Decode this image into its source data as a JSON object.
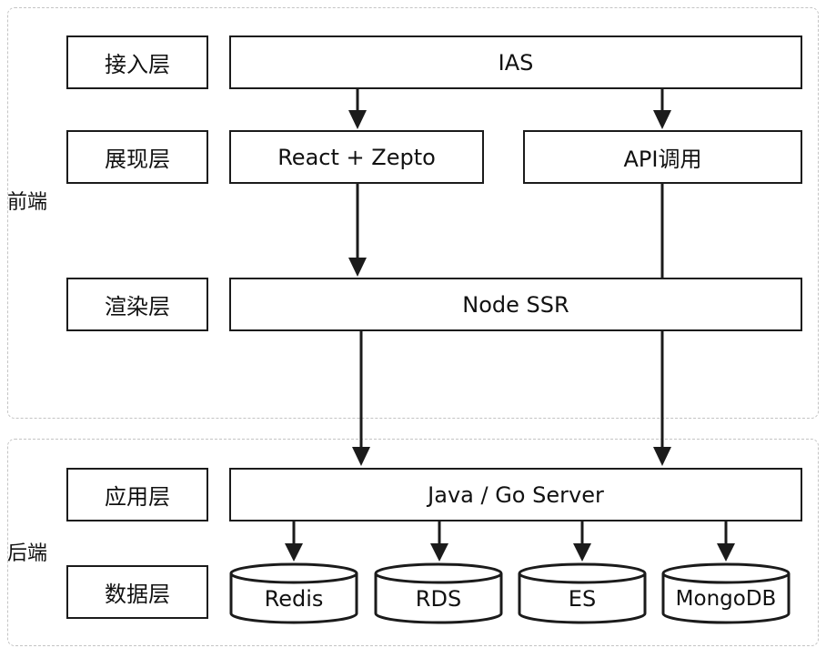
{
  "regions": {
    "frontend": "前端",
    "backend": "后端"
  },
  "layers": {
    "access": "接入层",
    "presentation": "展现层",
    "render": "渲染层",
    "application": "应用层",
    "data": "数据层"
  },
  "nodes": {
    "ias": "IAS",
    "react": "React + Zepto",
    "api": "API调用",
    "node_ssr": "Node SSR",
    "server": "Java / Go Server"
  },
  "databases": [
    "Redis",
    "RDS",
    "ES",
    "MongoDB"
  ],
  "colors": {
    "stroke": "#1b1b1b",
    "region_border": "#c4c4c4"
  }
}
